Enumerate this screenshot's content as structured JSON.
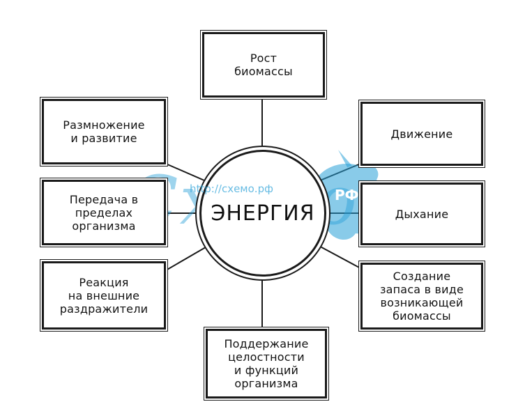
{
  "center": {
    "label": "ЭНЕРГИЯ"
  },
  "boxes": {
    "top": "Рост\nбиомассы",
    "left_1": "Размножение\nи развитие",
    "left_2": "Передача в\nпределах\nорганизма",
    "left_3": "Реакция\nна внешние\nраздражители",
    "right_1": "Движение",
    "right_2": "Дыхание",
    "right_3": "Создание\nзапаса в виде\nвозникающей\nбиомассы",
    "bottom": "Поддержание\nцелостности\nи функций\nорганизма"
  },
  "watermark": {
    "url": "http://схемо.рф",
    "logo_text": "Схемо",
    "logo_suffix": "РФ"
  },
  "colors": {
    "watermark_blue": "#28a0d7",
    "line": "#1a1a1a"
  }
}
